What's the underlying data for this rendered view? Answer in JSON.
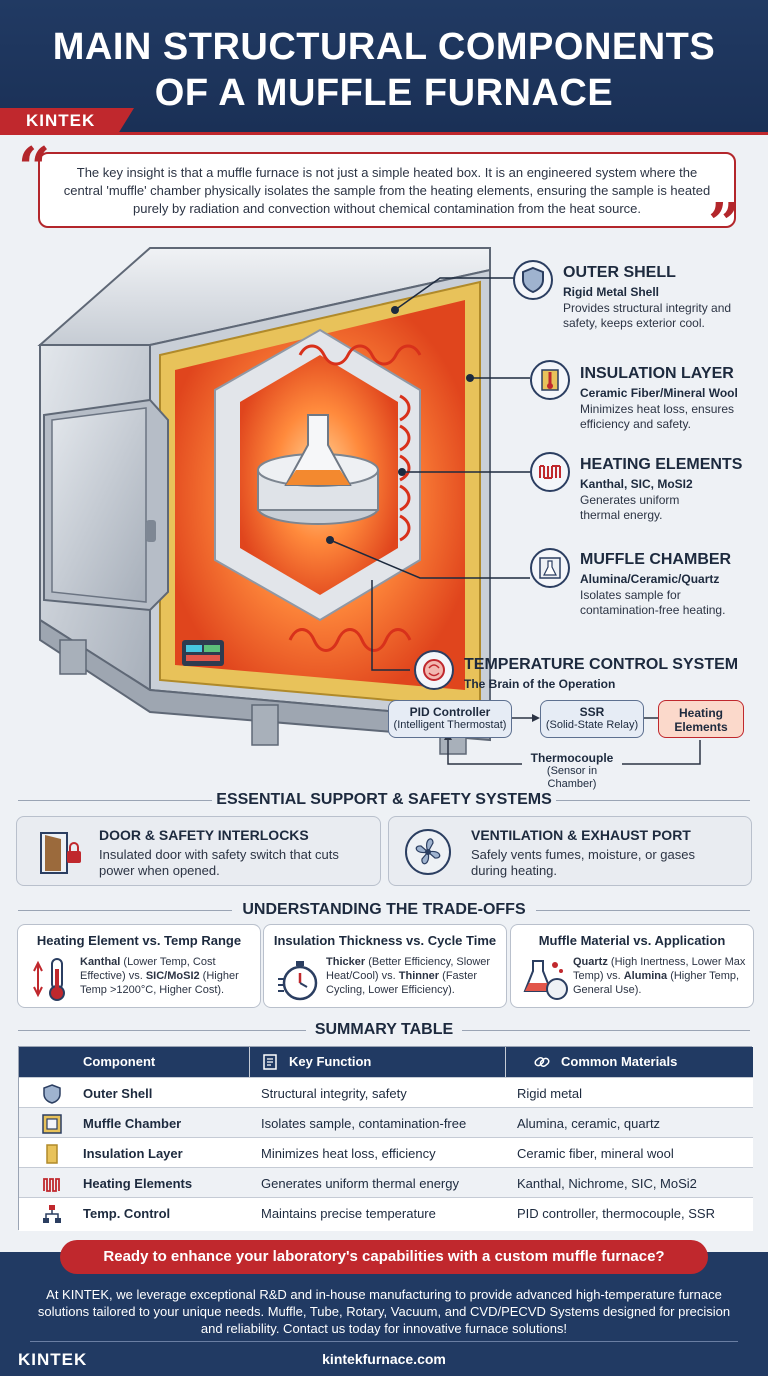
{
  "header": {
    "title_line1": "MAIN STRUCTURAL COMPONENTS",
    "title_line2": "OF A MUFFLE FURNACE",
    "brand": "KINTEK"
  },
  "quote": "The key insight is that a muffle furnace is not just a simple heated box. It is an engineered system where the central 'muffle' chamber physically isolates the sample from the heating elements, ensuring the sample is heated purely by radiation and convection without chemical contamination from the heat source.",
  "callouts": [
    {
      "icon": "shield-icon",
      "title": "OUTER SHELL",
      "subtitle": "Rigid Metal Shell",
      "desc": "Provides structural integrity and safety, keeps exterior cool."
    },
    {
      "icon": "thermometer-icon",
      "title": "INSULATION LAYER",
      "subtitle": "Ceramic Fiber/Mineral Wool",
      "desc": "Minimizes heat loss, ensures efficiency and safety."
    },
    {
      "icon": "heating-coil-icon",
      "title": "HEATING ELEMENTS",
      "subtitle": "Kanthal, SIC, MoSI2",
      "desc": "Generates uniform thermal energy."
    },
    {
      "icon": "flask-icon",
      "title": "MUFFLE CHAMBER",
      "subtitle": "Alumina/Ceramic/Quartz",
      "desc": "Isolates sample for contamination-free heating."
    }
  ],
  "control": {
    "icon": "brain-icon",
    "title": "TEMPERATURE CONTROL SYSTEM",
    "subtitle": "The Brain of the Operation",
    "pid_title": "PID Controller",
    "pid_sub": "(Intelligent Thermostat)",
    "ssr_title": "SSR",
    "ssr_sub": "(Solid-State Relay)",
    "heat_line1": "Heating",
    "heat_line2": "Elements",
    "thermo_title": "Thermocouple",
    "thermo_sub": "(Sensor in Chamber)"
  },
  "support": {
    "title": "ESSENTIAL SUPPORT & SAFETY SYSTEMS",
    "cards": [
      {
        "icon": "door-lock-icon",
        "title": "DOOR & SAFETY INTERLOCKS",
        "desc": "Insulated door with safety switch that cuts power when opened."
      },
      {
        "icon": "fan-icon",
        "title": "VENTILATION & EXHAUST PORT",
        "desc": "Safely vents fumes, moisture, or gases during heating."
      }
    ]
  },
  "tradeoffs": {
    "title": "UNDERSTANDING THE TRADE-OFFS",
    "cards": [
      {
        "icon": "temperature-icon",
        "title": "Heating Element vs. Temp Range",
        "b1": "Kanthal",
        "t1": " (Lower Temp, Cost Effective) vs. ",
        "b2": "SIC/MoSI2",
        "t2": " (Higher Temp >1200°C, Higher Cost)."
      },
      {
        "icon": "stopwatch-icon",
        "title": "Insulation Thickness vs. Cycle Time",
        "b1": "Thicker",
        "t1": " (Better Efficiency, Slower Heat/Cool) vs. ",
        "b2": "Thinner",
        "t2": " (Faster Cycling, Lower Efficiency)."
      },
      {
        "icon": "beaker-icon",
        "title": "Muffle Material vs. Application",
        "b1": "Quartz",
        "t1": " (High Inertness, Lower Max Temp) vs. ",
        "b2": "Alumina",
        "t2": " (Higher Temp, General Use)."
      }
    ]
  },
  "summary": {
    "title": "SUMMARY TABLE",
    "headers": [
      "Component",
      "Key Function",
      "Common Materials"
    ],
    "rows": [
      {
        "icon": "shield-icon",
        "component": "Outer Shell",
        "function": "Structural integrity, safety",
        "materials": "Rigid metal"
      },
      {
        "icon": "chamber-icon",
        "component": "Muffle Chamber",
        "function": "Isolates sample, contamination-free",
        "materials": "Alumina, ceramic, quartz"
      },
      {
        "icon": "insulation-icon",
        "component": "Insulation Layer",
        "function": "Minimizes heat loss, efficiency",
        "materials": "Ceramic fiber, mineral wool"
      },
      {
        "icon": "heating-coil-icon",
        "component": "Heating Elements",
        "function": "Generates uniform thermal energy",
        "materials": "Kanthal, Nichrome, SIC, MoSi2"
      },
      {
        "icon": "network-icon",
        "component": "Temp. Control",
        "function": "Maintains precise temperature",
        "materials": "PID controller, thermocouple, SSR"
      }
    ]
  },
  "footer": {
    "cta": "Ready to enhance your laboratory's capabilities with a custom muffle furnace?",
    "text": "At KINTEK, we leverage exceptional R&D and in-house manufacturing to provide advanced high-temperature furnace solutions tailored to your unique needs. Muffle, Tube, Rotary, Vacuum, and CVD/PECVD Systems designed for precision and reliability. Contact us today for innovative furnace solutions!",
    "brand": "KINTEK",
    "url": "kintekfurnace.com"
  },
  "colors": {
    "navy": "#213a63",
    "red": "#c0282d",
    "heat": "#f0682a",
    "insulation": "#e8c25a"
  }
}
